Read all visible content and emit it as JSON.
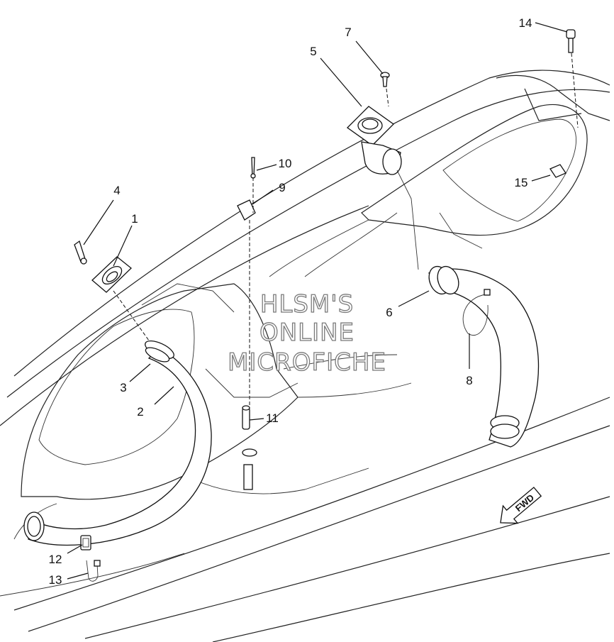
{
  "parts": [
    {
      "id": "1",
      "label": "1"
    },
    {
      "id": "2",
      "label": "2"
    },
    {
      "id": "3",
      "label": "3"
    },
    {
      "id": "4",
      "label": "4"
    },
    {
      "id": "5",
      "label": "5"
    },
    {
      "id": "6",
      "label": "6"
    },
    {
      "id": "7",
      "label": "7"
    },
    {
      "id": "8",
      "label": "8"
    },
    {
      "id": "9",
      "label": "9"
    },
    {
      "id": "10",
      "label": "10"
    },
    {
      "id": "11",
      "label": "11"
    },
    {
      "id": "12",
      "label": "12"
    },
    {
      "id": "13",
      "label": "13"
    },
    {
      "id": "14",
      "label": "14"
    },
    {
      "id": "15",
      "label": "15"
    }
  ],
  "watermark": {
    "line1": "HLSM'S",
    "line2": "ONLINE",
    "line3": "MICROFICHE"
  },
  "direction_marker": {
    "text": "FWD"
  }
}
